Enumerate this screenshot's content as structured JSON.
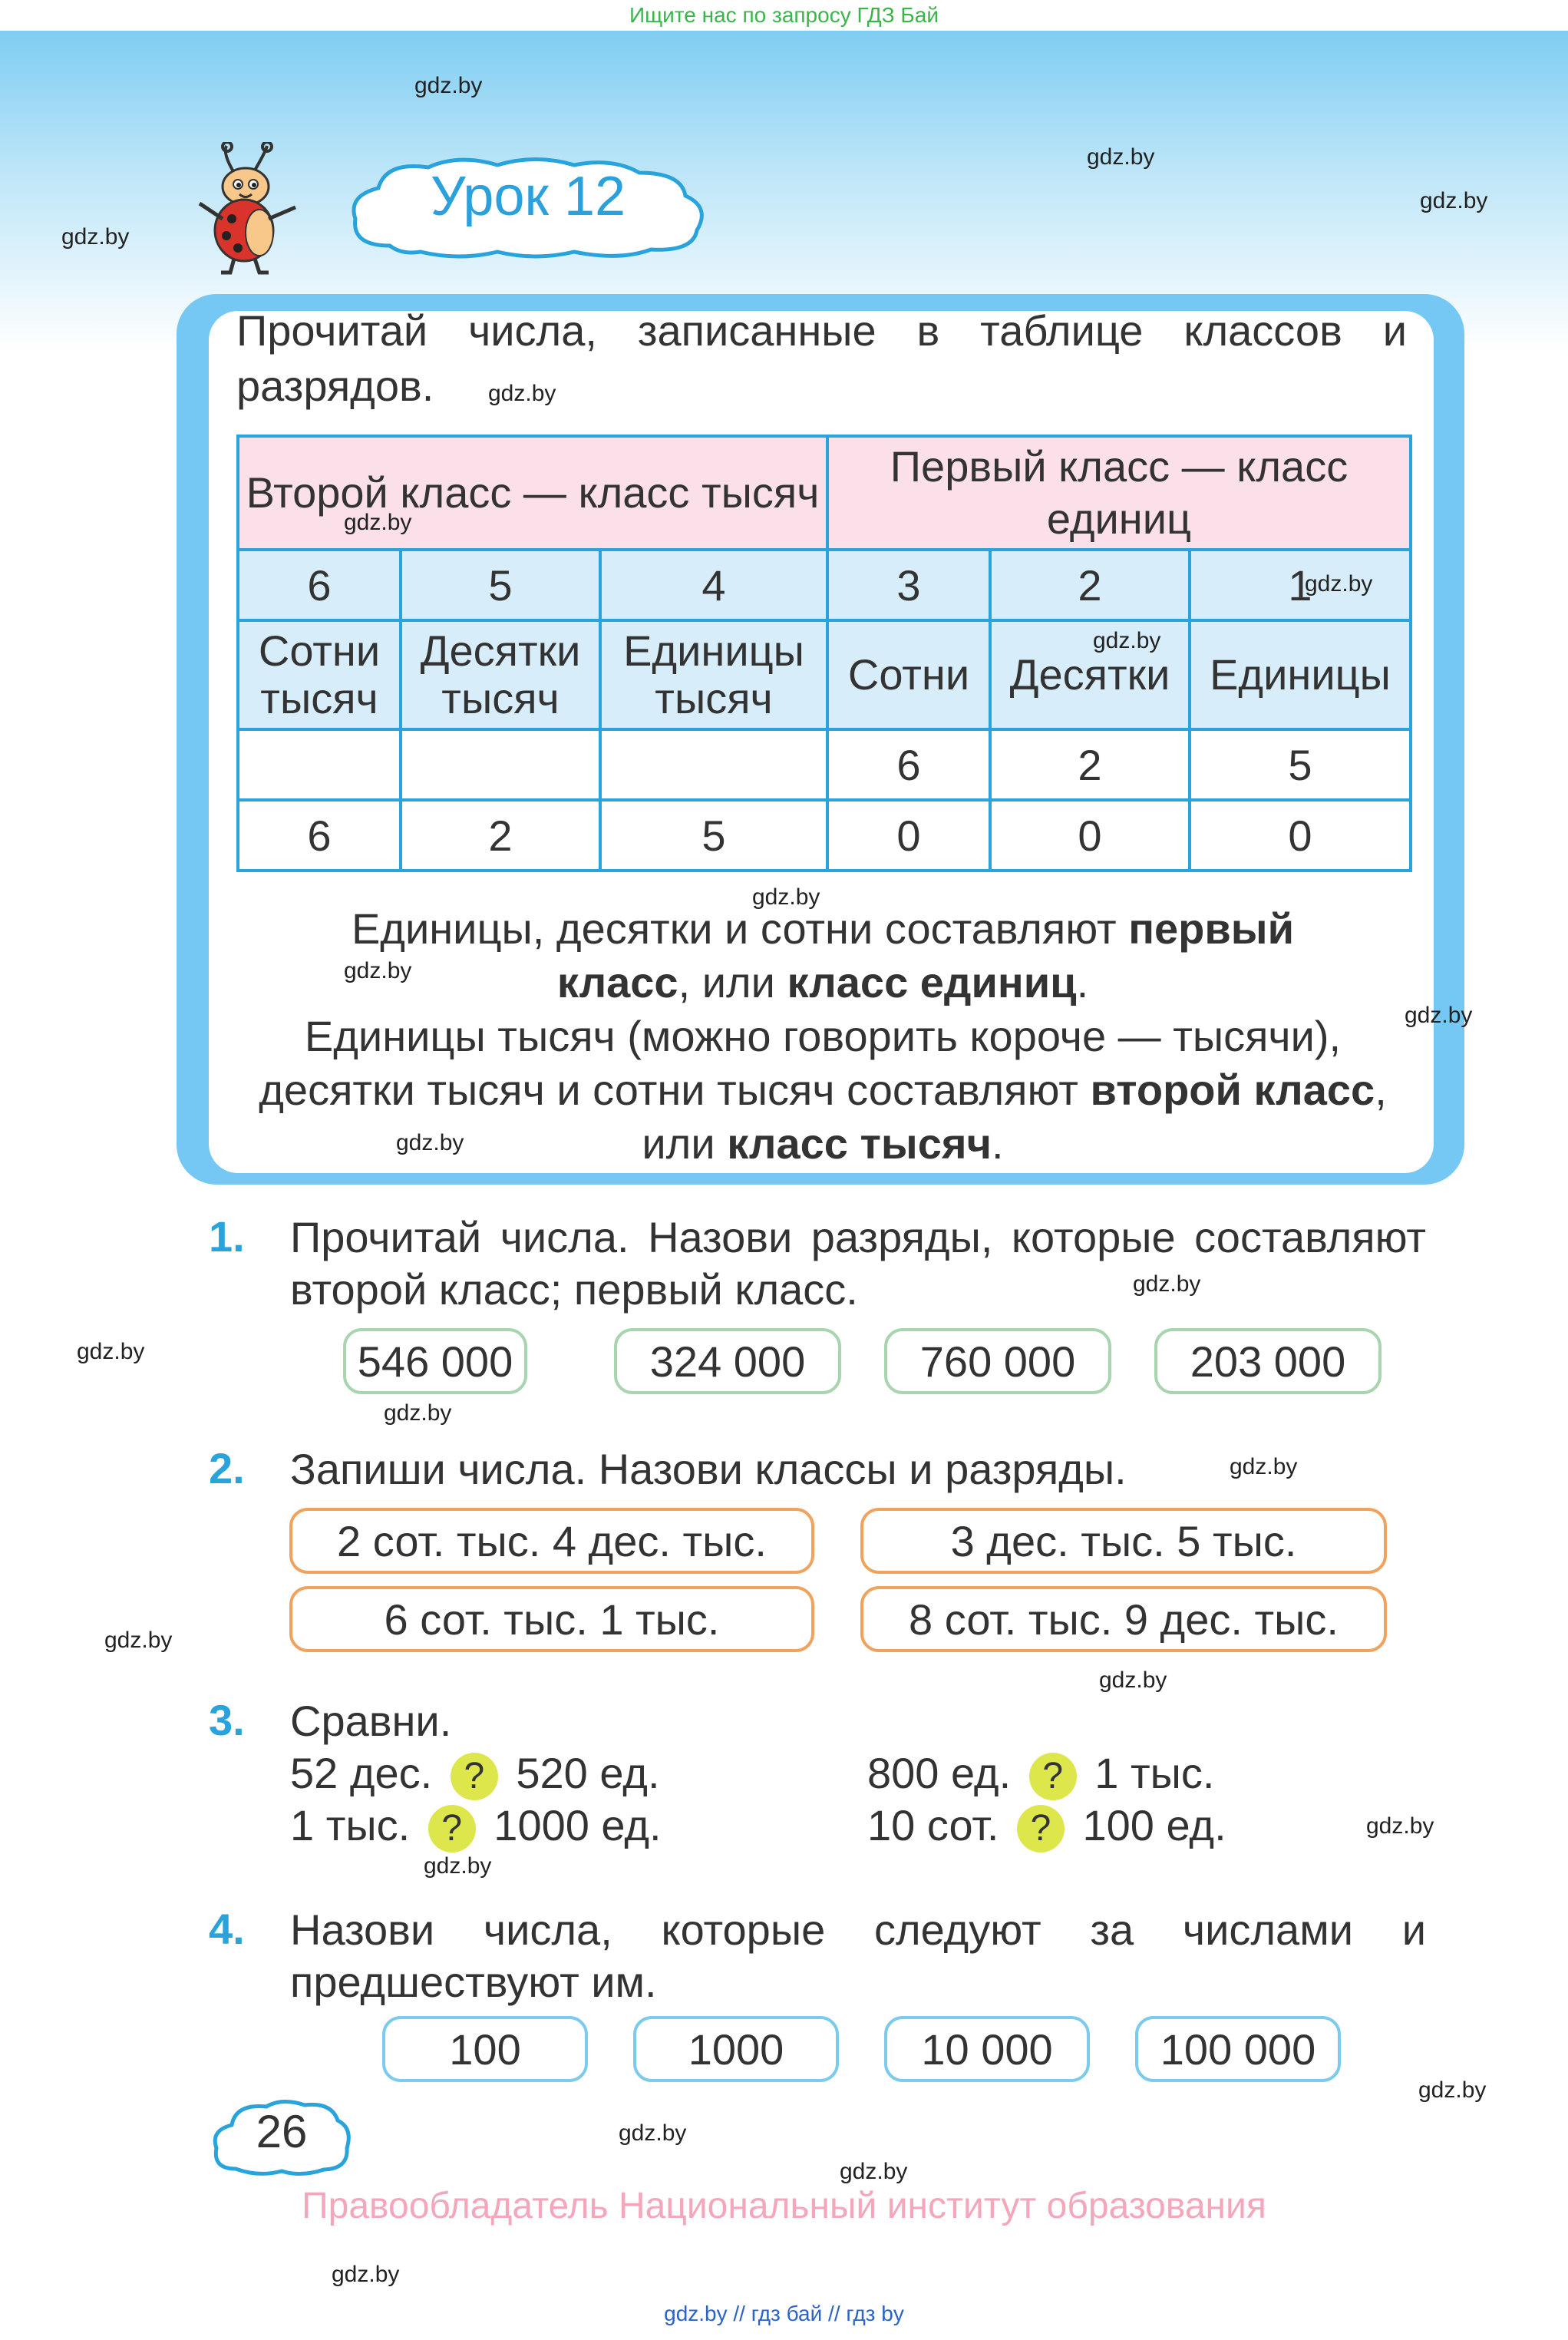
{
  "top_note": "Ищите нас по запросу ГДЗ Бай",
  "watermark": "gdz.by",
  "lesson_title": "Урок 12",
  "intro_text": "Прочитай числа, записанные в таблице классов и разрядов.",
  "class_table": {
    "headers": [
      "Второй класс — класс тысяч",
      "Первый класс — класс единиц"
    ],
    "digits": [
      "6",
      "5",
      "4",
      "3",
      "2",
      "1"
    ],
    "rank_names": [
      "Сотни тысяч",
      "Десятки тысяч",
      "Единицы тысяч",
      "Сотни",
      "Десятки",
      "Единицы"
    ],
    "rows": [
      [
        "",
        "",
        "",
        "6",
        "2",
        "5"
      ],
      [
        "6",
        "2",
        "5",
        "0",
        "0",
        "0"
      ]
    ]
  },
  "rule1": {
    "pre": "Единицы, десятки и сотни составляют ",
    "b1": "первый класс",
    "mid": ", или ",
    "b2": "класс единиц",
    "post": "."
  },
  "rule2": {
    "pre": "Единицы тысяч (можно говорить короче — тысячи), десятки тысяч и сотни тысяч составляют ",
    "b1": "второй класс",
    "mid": ", или ",
    "b2": "класс тысяч",
    "post": "."
  },
  "tasks": {
    "t1": {
      "num": "1.",
      "text": "Прочитай числа. Назови разряды, которые составляют второй класс; первый класс.",
      "numbers": [
        "546 000",
        "324 000",
        "760 000",
        "203 000"
      ]
    },
    "t2": {
      "num": "2.",
      "text": "Запиши числа. Назови классы и разряды.",
      "items": [
        "2 сот. тыс. 4 дес. тыс.",
        "3 дес. тыс. 5 тыс.",
        "6 сот. тыс. 1 тыс.",
        "8 сот. тыс. 9 дес. тыс."
      ]
    },
    "t3": {
      "num": "3.",
      "text": "Сравни.",
      "q": "?",
      "comparisons": [
        {
          "left": "52 дес.",
          "right": "520 ед."
        },
        {
          "left": "800 ед.",
          "right": "1 тыс."
        },
        {
          "left": "1 тыс.",
          "right": "1000 ед."
        },
        {
          "left": "10 сот.",
          "right": "100 ед."
        }
      ]
    },
    "t4": {
      "num": "4.",
      "text": "Назови числа, которые следуют за числами и предшествуют им.",
      "numbers": [
        "100",
        "1000",
        "10 000",
        "100 000"
      ]
    }
  },
  "page_number": "26",
  "rights_text": "Правообладатель Национальный институт образования",
  "footer_text": "gdz.by // гдз бай // гдз by",
  "colors": {
    "accent_blue": "#29a3dc",
    "header_pink": "#fbe0ea",
    "cell_blue": "#d7eefa",
    "question_yellow": "#dde64a",
    "pill_orange": "#f0a35e",
    "pill_green": "#a8d5b0",
    "rights_pink": "#f4a7bb"
  }
}
